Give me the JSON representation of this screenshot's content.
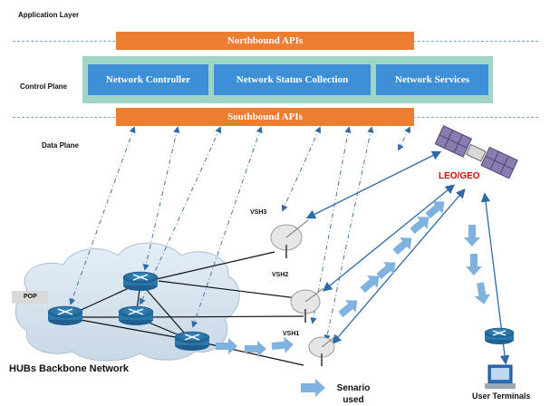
{
  "layers": {
    "application": "Application Layer",
    "control": "Control Plane",
    "data": "Data Plane"
  },
  "apis": {
    "northbound": "Northbound  APIs",
    "southbound": "Southbound APIs"
  },
  "control_boxes": [
    "Network Controller",
    "Network Status Collection",
    "Network Services"
  ],
  "nodes": {
    "pop": "POP",
    "vsh3": "VSH3",
    "vsh2": "VSH2",
    "vsh1": "VSH1",
    "satellite": "LEO/GEO",
    "backbone": "HUBs Backbone Network",
    "user_terminals": "User Terminals"
  },
  "legend": {
    "label": "Senario used"
  },
  "colors": {
    "api_orange": "#ed7d31",
    "control_blue": "#3d8fd6",
    "control_frame": "#9fd5c7",
    "flow_arrow": "#7fb2de",
    "satellite_label": "#e00000"
  }
}
